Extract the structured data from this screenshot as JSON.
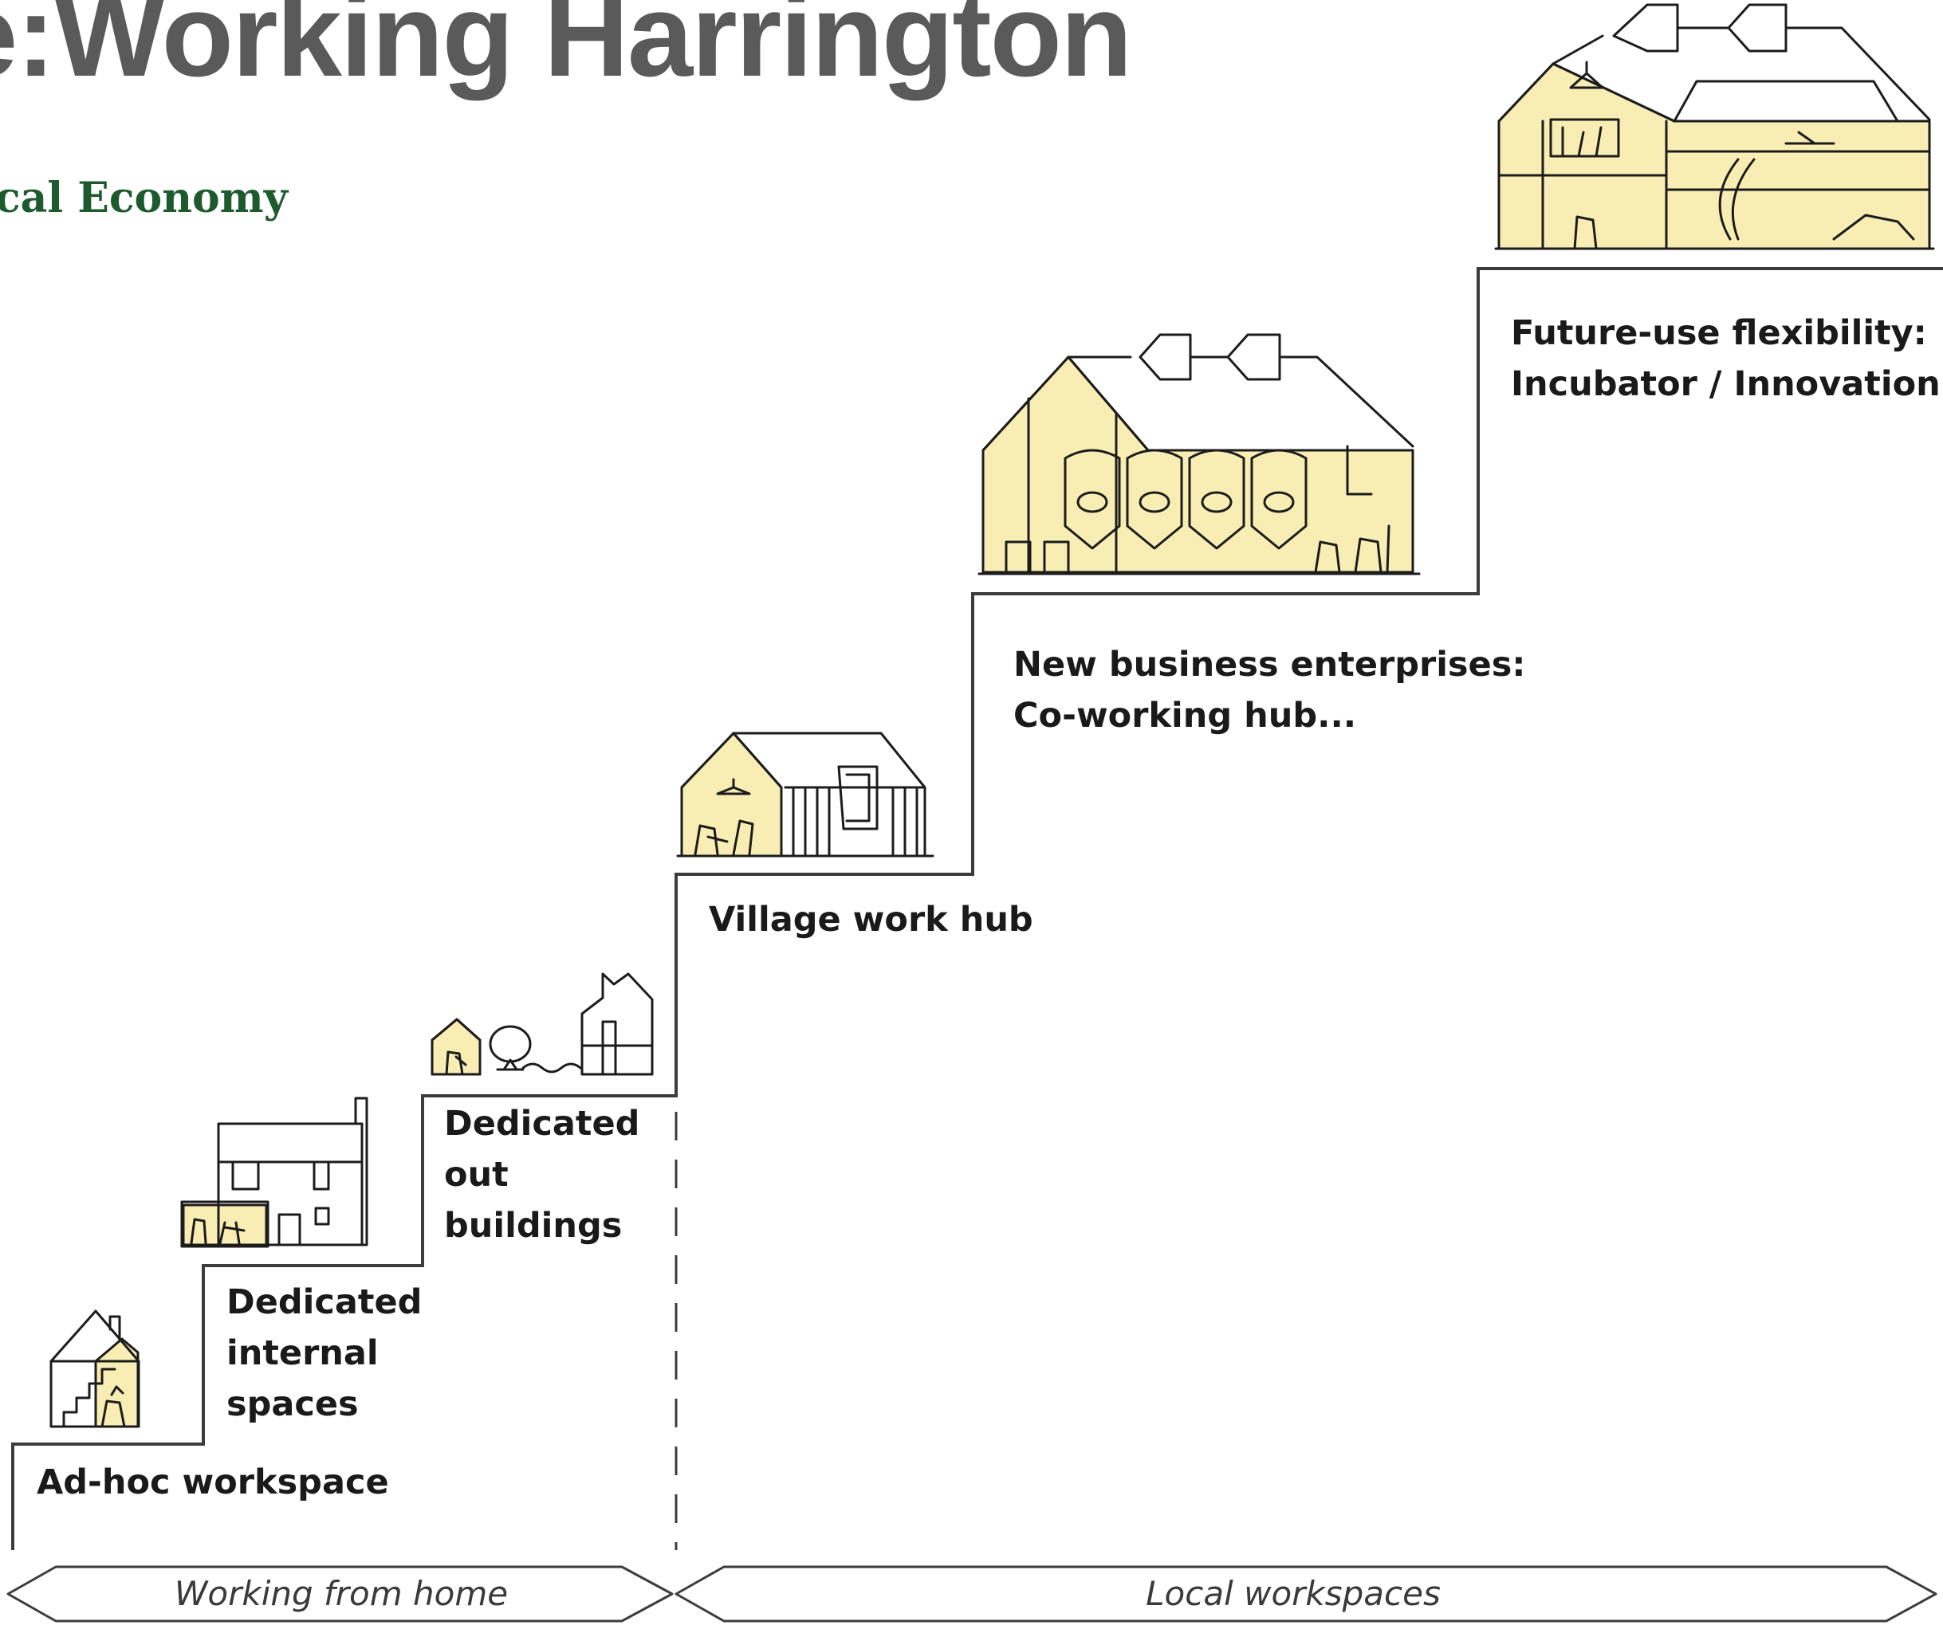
{
  "header": {
    "title": "e:Working Harrington",
    "subtitle": "cal Economy"
  },
  "stages": [
    {
      "lines": [
        "Ad-hoc workspace"
      ]
    },
    {
      "lines": [
        "Dedicated",
        "internal",
        "spaces"
      ]
    },
    {
      "lines": [
        "Dedicated",
        "out",
        "buildings"
      ]
    },
    {
      "lines": [
        "Village work hub"
      ]
    },
    {
      "lines": [
        "New business enterprises:",
        "Co-working hub..."
      ]
    },
    {
      "lines": [
        "Future-use flexibility:",
        "Incubator / Innovation"
      ]
    }
  ],
  "zones": {
    "home": "Working from home",
    "local": "Local workspaces"
  },
  "colors": {
    "highlight": "#f8eeb4",
    "title": "#5a5a5a",
    "subtitle": "#1d5a2e"
  }
}
